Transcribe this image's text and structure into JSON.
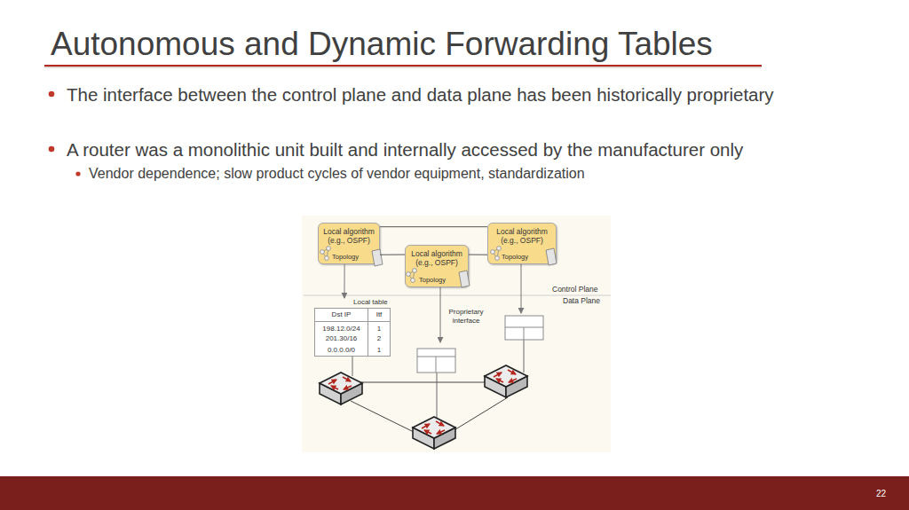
{
  "diagram": {
    "title": "Autonomous and Dynamic Forwarding Tables",
    "nodes": [
      {
        "text": [
          "Local algorithm (e.g., OSPF)",
          "Topology"
        ]
      },
      {
        "text": [
          "Local algorithm (e.g., OSPF)",
          "Topology"
        ]
      },
      {
        "text": [
          "Local algorithm (e.g., OSPF)",
          "Topology"
        ]
      },
      {
        "text": [
          "Local table",
          "Dst IP",
          "Itf",
          "198.12.0/24",
          "1",
          "201.30/16",
          "2",
          "0.0.0.0/0",
          "1"
        ]
      }
    ],
    "edges": [
      {
        "from": 0,
        "to": 2,
        "arrow": "none"
      },
      {
        "from": 0,
        "to": 1,
        "arrow": "none"
      },
      {
        "from": 1,
        "to": 2,
        "arrow": "none"
      },
      {
        "from": 0,
        "to": 3,
        "arrow": "to"
      }
    ],
    "labels": [
      "The interface between the control plane and data plane has been historically proprietary",
      "A router was a monolithic unit built and internally accessed by the manufacturer only",
      "Vendor dependence; slow product cycles of vendor equipment, standardization",
      "Proprietary interface",
      "Control Plane",
      "Data Plane",
      "22"
    ]
  }
}
